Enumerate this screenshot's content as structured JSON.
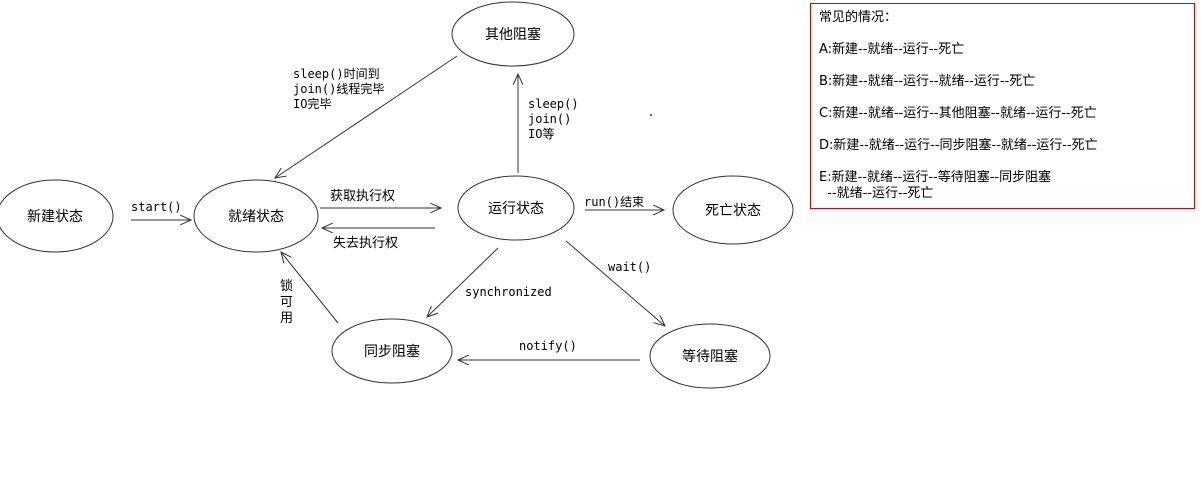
{
  "nodes": {
    "new": "新建状态",
    "ready": "就绪状态",
    "running": "运行状态",
    "dead": "死亡状态",
    "other_blocked": "其他阻塞",
    "sync_blocked": "同步阻塞",
    "wait_blocked": "等待阻塞"
  },
  "edges": {
    "start": "start()",
    "get_cpu": "获取执行权",
    "lose_cpu": "失去执行权",
    "run_end": "run()结束",
    "other_to_ready": [
      "sleep()时间到",
      "join()线程完毕",
      "IO完毕"
    ],
    "running_to_other": [
      "sleep()",
      "join()",
      "IO等"
    ],
    "synchronized": "synchronized",
    "wait": "wait()",
    "notify": "notify()",
    "lock_available": [
      "锁",
      "可",
      "用"
    ]
  },
  "notes": {
    "title": "常见的情况：",
    "items": [
      "A:新建--就绪--运行--死亡",
      "B:新建--就绪--运行--就绪--运行--死亡",
      "C:新建--就绪--运行--其他阻塞--就绪--运行--死亡",
      "D:新建--就绪--运行--同步阻塞--就绪--运行--死亡",
      "E:新建--就绪--运行--等待阻塞--同步阻塞",
      "  --就绪--运行--死亡"
    ]
  },
  "colors": {
    "box_border": "#d60000",
    "stroke": "#333333"
  }
}
